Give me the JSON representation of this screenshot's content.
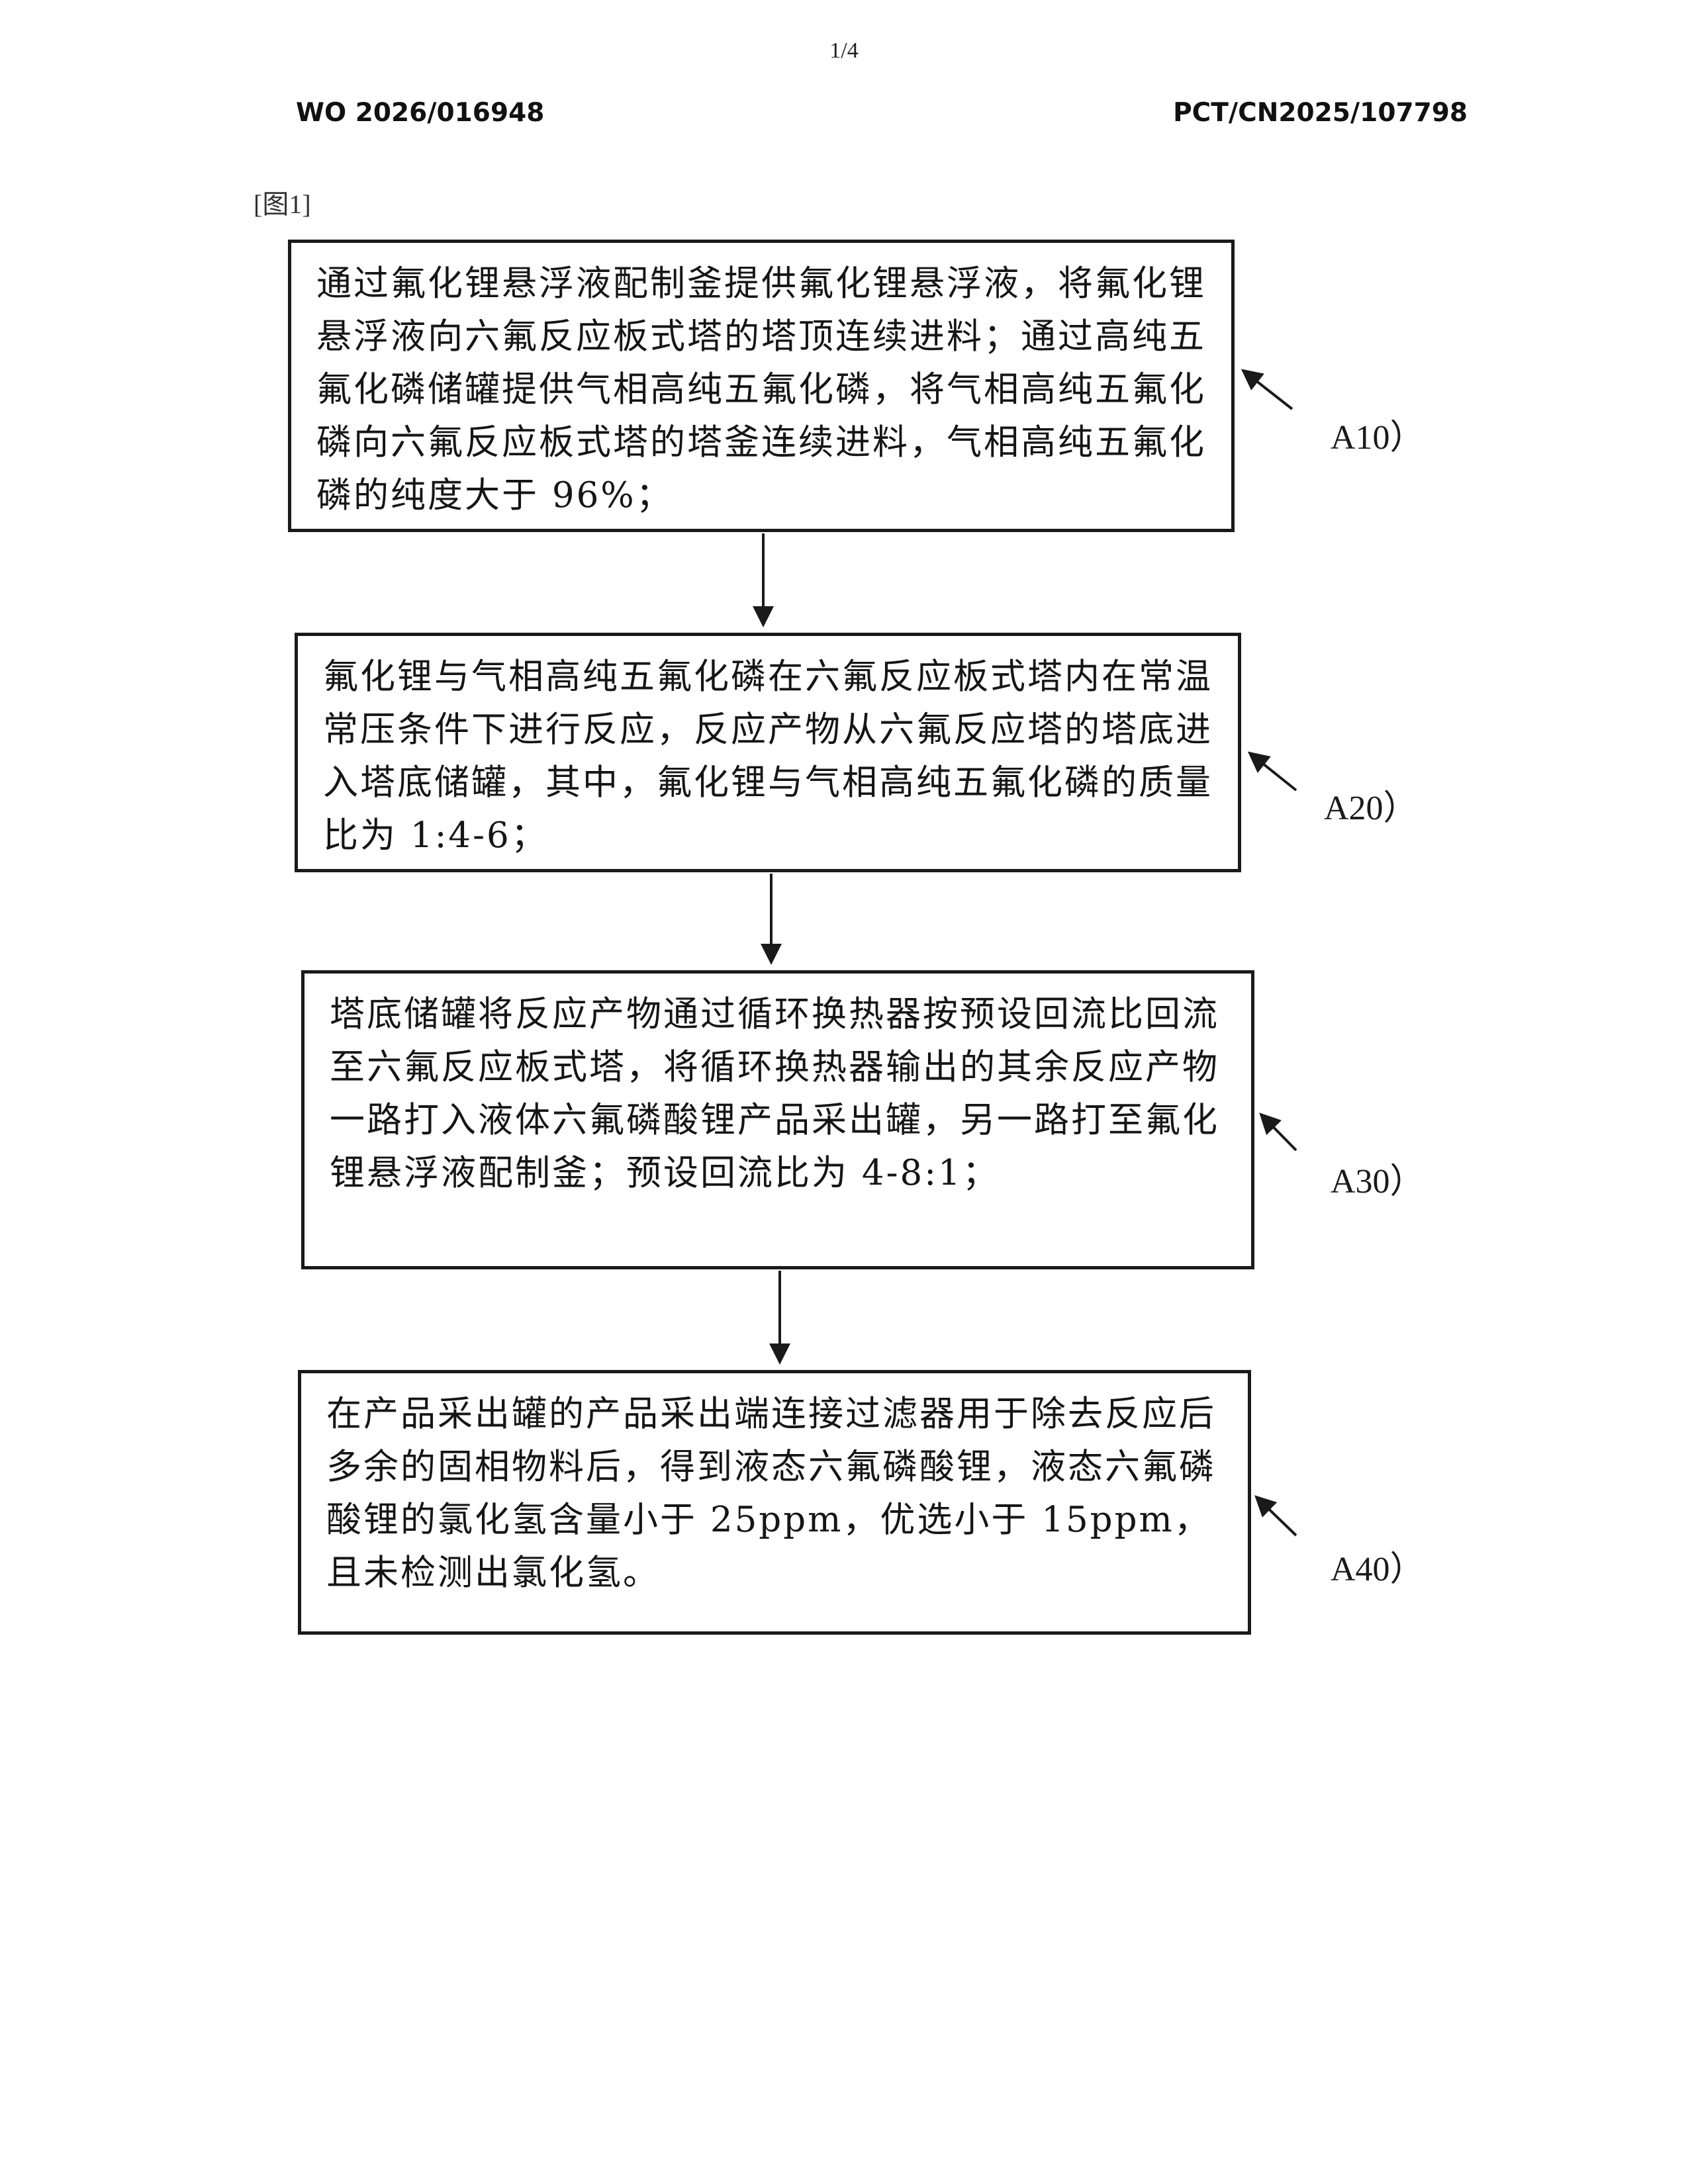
{
  "header": {
    "page_number": "1/4",
    "publication_number": "WO 2026/016948",
    "application_number": "PCT/CN2025/107798"
  },
  "figure": {
    "label": "[图1]"
  },
  "steps": [
    {
      "id": "A10",
      "label": "A10）",
      "text": "通过氟化锂悬浮液配制釜提供氟化锂悬浮液，将氟化锂悬浮液向六氟反应板式塔的塔顶连续进料；通过高纯五氟化磷储罐提供气相高纯五氟化磷，将气相高纯五氟化磷向六氟反应板式塔的塔釜连续进料，气相高纯五氟化磷的纯度大于 96%；"
    },
    {
      "id": "A20",
      "label": "A20）",
      "text": "氟化锂与气相高纯五氟化磷在六氟反应板式塔内在常温常压条件下进行反应，反应产物从六氟反应塔的塔底进入塔底储罐，其中，氟化锂与气相高纯五氟化磷的质量比为 1:4-6；"
    },
    {
      "id": "A30",
      "label": "A30）",
      "text": "塔底储罐将反应产物通过循环换热器按预设回流比回流至六氟反应板式塔，将循环换热器输出的其余反应产物一路打入液体六氟磷酸锂产品采出罐，另一路打至氟化锂悬浮液配制釜；预设回流比为 4-8:1；"
    },
    {
      "id": "A40",
      "label": "A40）",
      "text": "在产品采出罐的产品采出端连接过滤器用于除去反应后多余的固相物料后，得到液态六氟磷酸锂，液态六氟磷酸锂的氯化氢含量小于 25ppm，优选小于 15ppm，且未检测出氯化氢。"
    }
  ]
}
